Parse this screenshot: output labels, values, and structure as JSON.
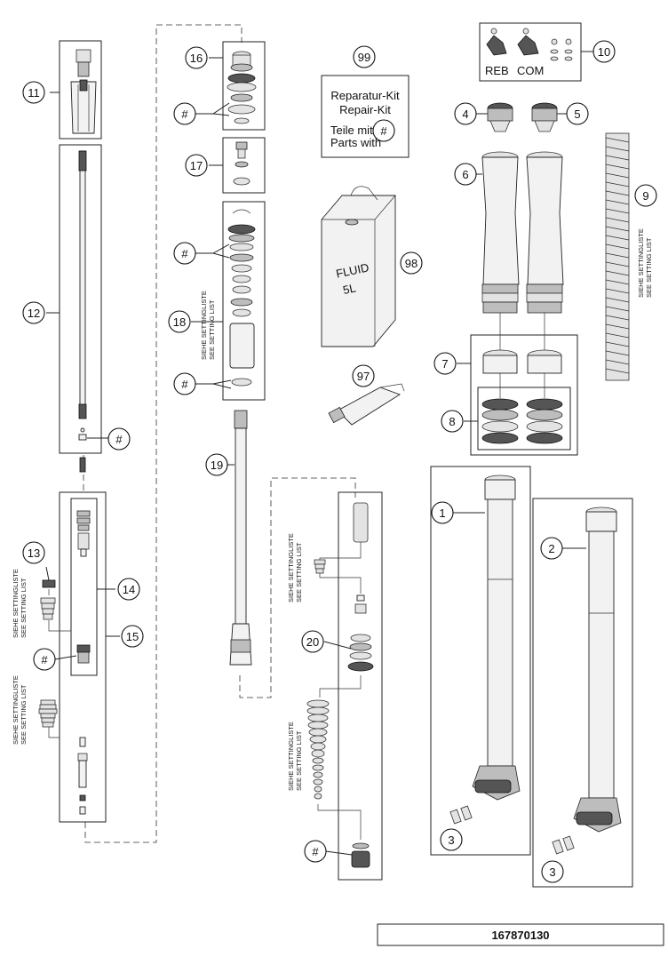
{
  "diagram": {
    "drawing_number": "167870130",
    "callouts": {
      "c1": "1",
      "c2": "2",
      "c3a": "3",
      "c3b": "3",
      "c4": "4",
      "c5": "5",
      "c6": "6",
      "c7": "7",
      "c8": "8",
      "c9": "9",
      "c10": "10",
      "c11": "11",
      "c12": "12",
      "c13": "13",
      "c14": "14",
      "c15": "15",
      "c16": "16",
      "c17": "17",
      "c18": "18",
      "c19": "19",
      "c20": "20",
      "c97": "97",
      "c98": "98",
      "c99": "99",
      "hash": "#"
    },
    "repair_kit": {
      "line1": "Reparatur-Kit",
      "line2": "Repair-Kit",
      "line3": "Teile mit",
      "line4": "Parts with"
    },
    "fluid": {
      "line1": "FLUID",
      "line2": "5L"
    },
    "cap_labels": {
      "reb": "REB",
      "com": "COM"
    },
    "setting_list": {
      "de": "SIEHE SETTINGLISTE",
      "en": "SEE SETTING LIST"
    }
  }
}
